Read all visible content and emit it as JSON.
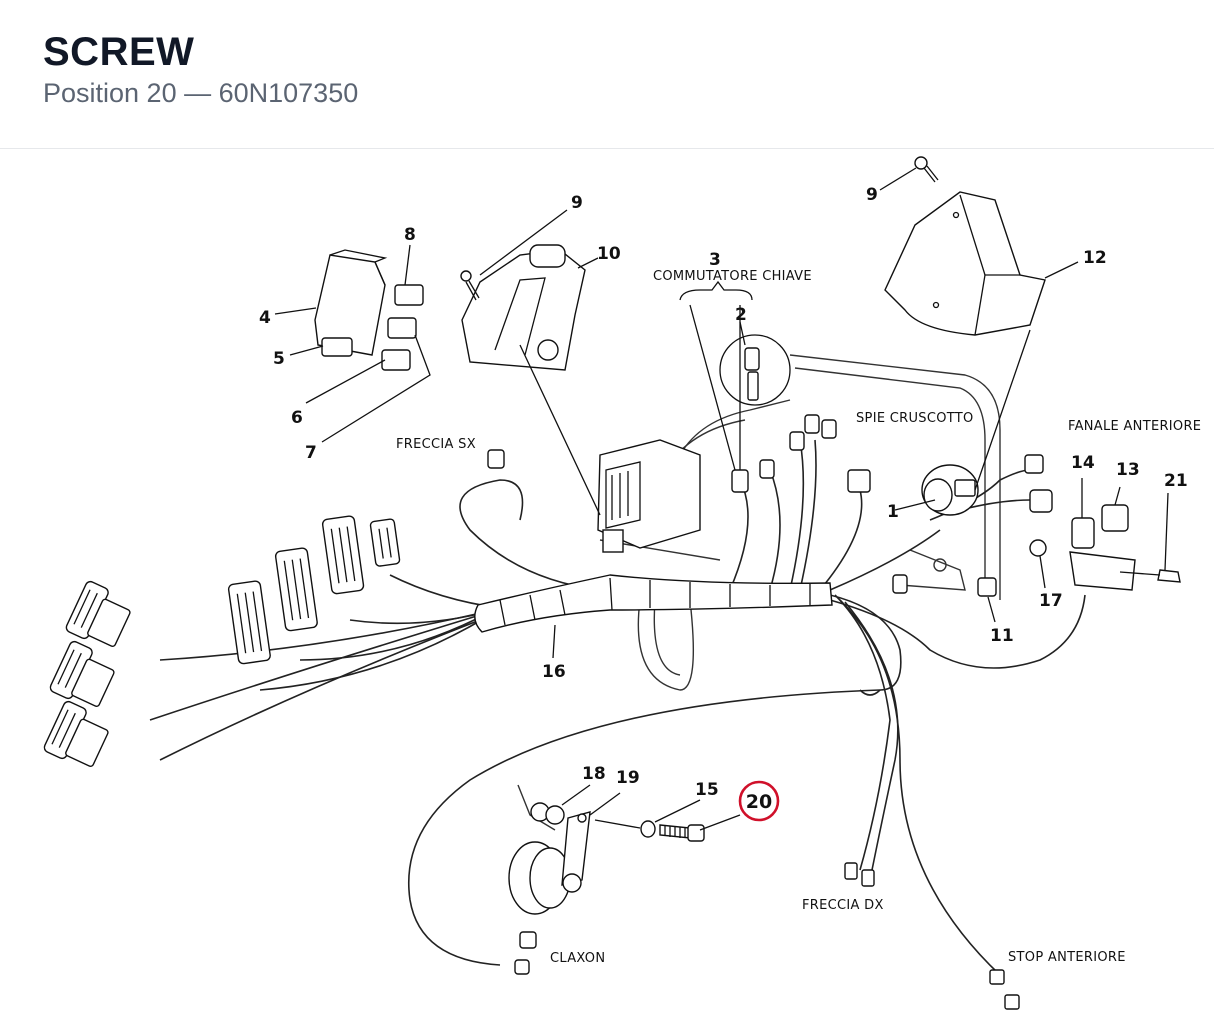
{
  "header": {
    "title": "SCREW",
    "subtitle": "Position 20 — 60N107350"
  },
  "diagram": {
    "highlight_color": "#d0102a",
    "selected_position": "20",
    "callouts": {
      "c1": "1",
      "c2": "2",
      "c3": "3",
      "c4": "4",
      "c5": "5",
      "c6": "6",
      "c7": "7",
      "c8": "8",
      "c9a": "9",
      "c9b": "9",
      "c10": "10",
      "c11": "11",
      "c12": "12",
      "c13": "13",
      "c14": "14",
      "c15": "15",
      "c16": "16",
      "c17": "17",
      "c18": "18",
      "c19": "19",
      "c20": "20",
      "c21": "21"
    },
    "labels": {
      "commutatore": "COMMUTATORE CHIAVE",
      "freccia_sx": "FRECCIA SX",
      "spie": "SPIE CRUSCOTTO",
      "fanale": "FANALE ANTERIORE",
      "freccia_dx": "FRECCIA DX",
      "claxon": "CLAXON",
      "stop": "STOP ANTERIORE"
    }
  }
}
